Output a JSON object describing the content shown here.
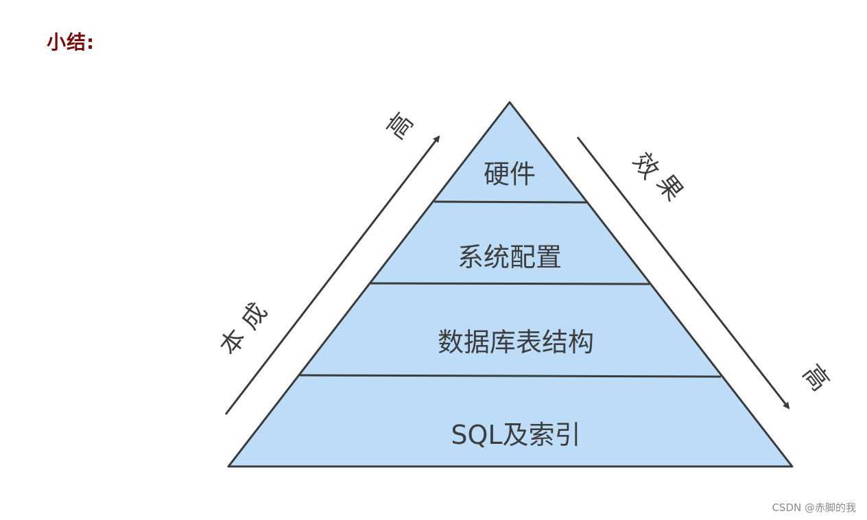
{
  "heading": "小结:",
  "colors": {
    "heading": "#7b0b0b",
    "layer_fill": "#bcdcf8",
    "stroke": "#3a3a3a"
  },
  "pyramid": {
    "layers": [
      "硬件",
      "系统配置",
      "数据库表结构",
      "SQL及索引"
    ]
  },
  "left_axis": {
    "label": "成本",
    "chars": [
      "成",
      "本"
    ],
    "end_label": "高"
  },
  "right_axis": {
    "label": "效果",
    "chars": [
      "效",
      "果"
    ],
    "end_label": "高"
  },
  "watermark": "CSDN @赤脚的我"
}
